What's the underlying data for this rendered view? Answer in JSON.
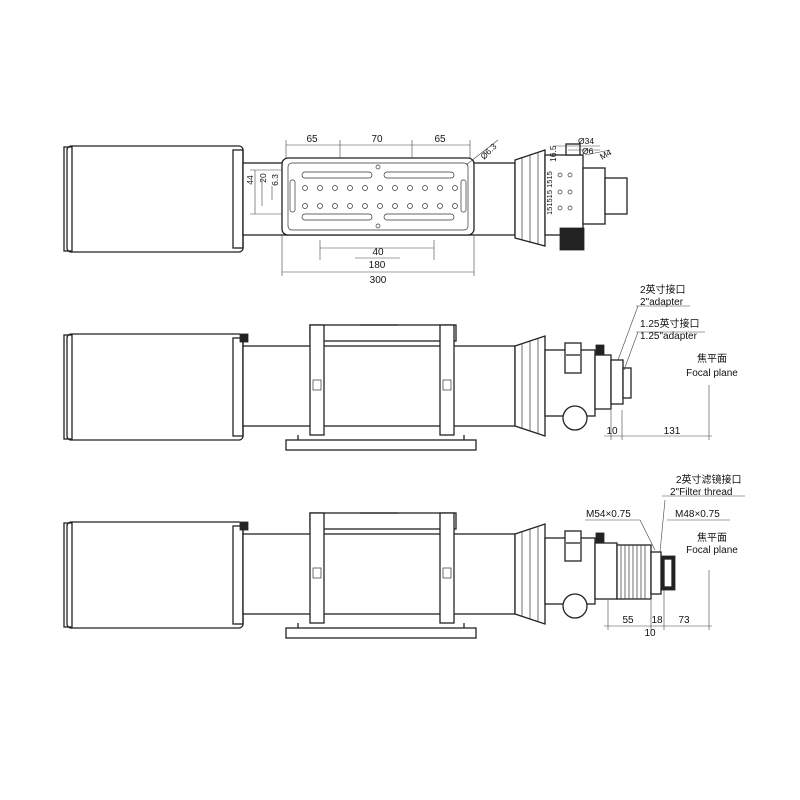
{
  "top_view": {
    "dims": {
      "d65_left": "65",
      "d70": "70",
      "d65_right": "65",
      "d40": "40",
      "d180": "180",
      "d300": "300",
      "d44": "44",
      "d20": "20",
      "d63": "6.3",
      "hole_dia": "Ø6.3",
      "phi34": "Ø34",
      "phi6": "Ø6",
      "d165": "16.5",
      "m4": "M4",
      "stack": "151515 1515"
    }
  },
  "middle_view": {
    "adapter2_cn": "2英寸接口",
    "adapter2_en": "2\"adapter",
    "adapter125_cn": "1.25英寸接口",
    "adapter125_en": "1.25\"adapter",
    "focal_cn": "焦平面",
    "focal_en": "Focal plane",
    "d10": "10",
    "d131": "131"
  },
  "bottom_view": {
    "filter_cn": "2英寸滤镜接口",
    "filter_en": "2\"Filter thread",
    "m54": "M54×0.75",
    "m48": "M48×0.75",
    "focal_cn": "焦平面",
    "focal_en": "Focal plane",
    "d55": "55",
    "d18": "18",
    "d73": "73",
    "d10": "10"
  }
}
